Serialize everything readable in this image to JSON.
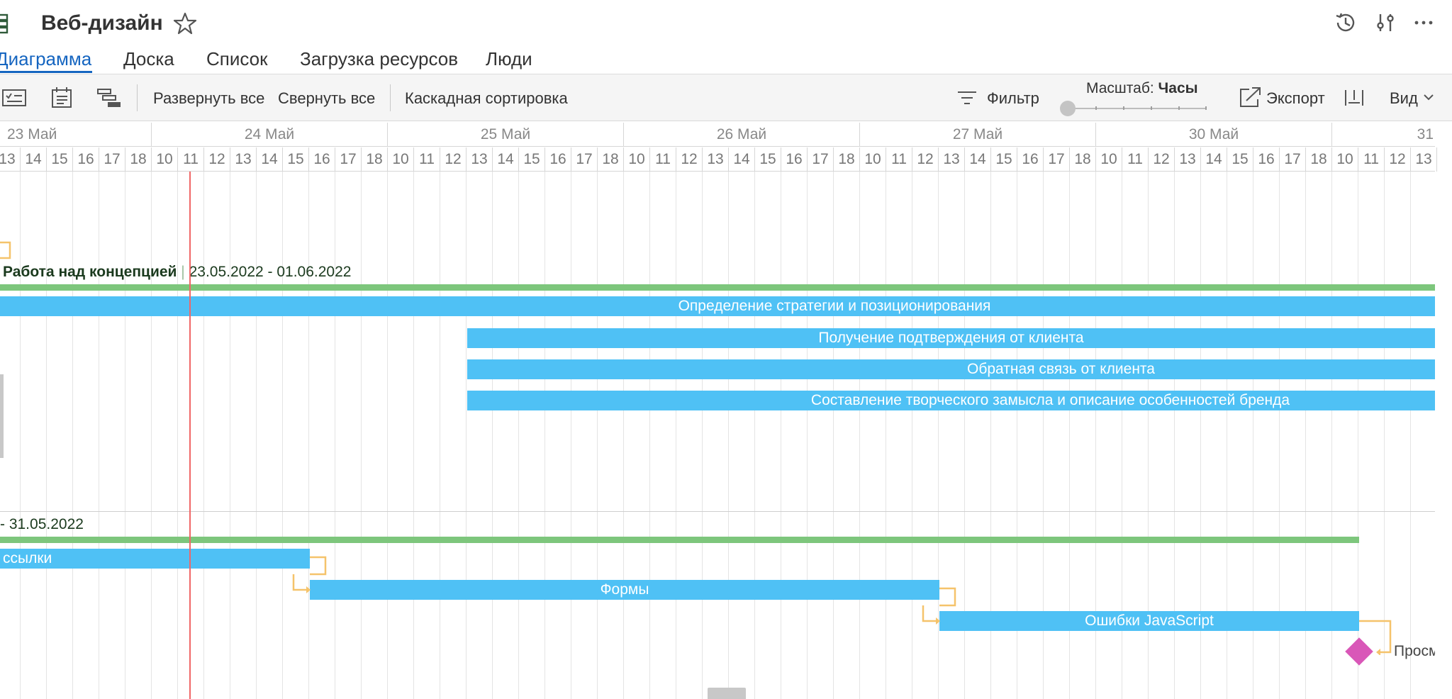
{
  "header": {
    "title": "Веб-дизайн",
    "icons": [
      "gantt-app-icon",
      "star-icon",
      "history-icon",
      "settings-sliders-icon",
      "more-icon"
    ]
  },
  "tabs": [
    {
      "label": "Диаграмма",
      "active": true
    },
    {
      "label": "Доска",
      "active": false
    },
    {
      "label": "Список",
      "active": false
    },
    {
      "label": "Загрузка ресурсов",
      "active": false
    },
    {
      "label": "Люди",
      "active": false
    }
  ],
  "toolbar": {
    "expand_all": "Развернуть все",
    "collapse_all": "Свернуть все",
    "cascade_sort": "Каскадная сортировка",
    "filter": "Фильтр",
    "scale_label": "Масштаб:",
    "scale_value": "Часы",
    "export": "Экспорт",
    "view": "Вид"
  },
  "timeline": {
    "days": [
      "23 Май",
      "24 Май",
      "25 Май",
      "26 Май",
      "27 Май",
      "30 Май",
      "31"
    ],
    "hours_first_day": [
      "13",
      "14",
      "15",
      "16",
      "17",
      "18"
    ],
    "hours_full_day": [
      "10",
      "11",
      "12",
      "13",
      "14",
      "15",
      "16",
      "17",
      "18"
    ],
    "hours_last_day": [
      "10",
      "11",
      "12",
      "13"
    ]
  },
  "gantt": {
    "group1": {
      "name": "Работа над концепцией",
      "dates": "23.05.2022 - 01.06.2022"
    },
    "group1_tasks": [
      "Определение стратегии и позиционирования",
      "Получение подтверждения от клиента",
      "Обратная связь от клиента",
      "Составление творческого замысла и описание особенностей бренда"
    ],
    "group2": {
      "dates": "- 31.05.2022"
    },
    "group2_tasks": [
      "ссылки",
      "Формы",
      "Ошибки JavaScript"
    ],
    "milestone_label": "Просм",
    "colors": {
      "task": "#4fc1f5",
      "summary": "#7dc67c",
      "milestone": "#d957b8",
      "today_line": "#f06767",
      "link": "#f5c36b",
      "accent": "#1565c0"
    }
  }
}
